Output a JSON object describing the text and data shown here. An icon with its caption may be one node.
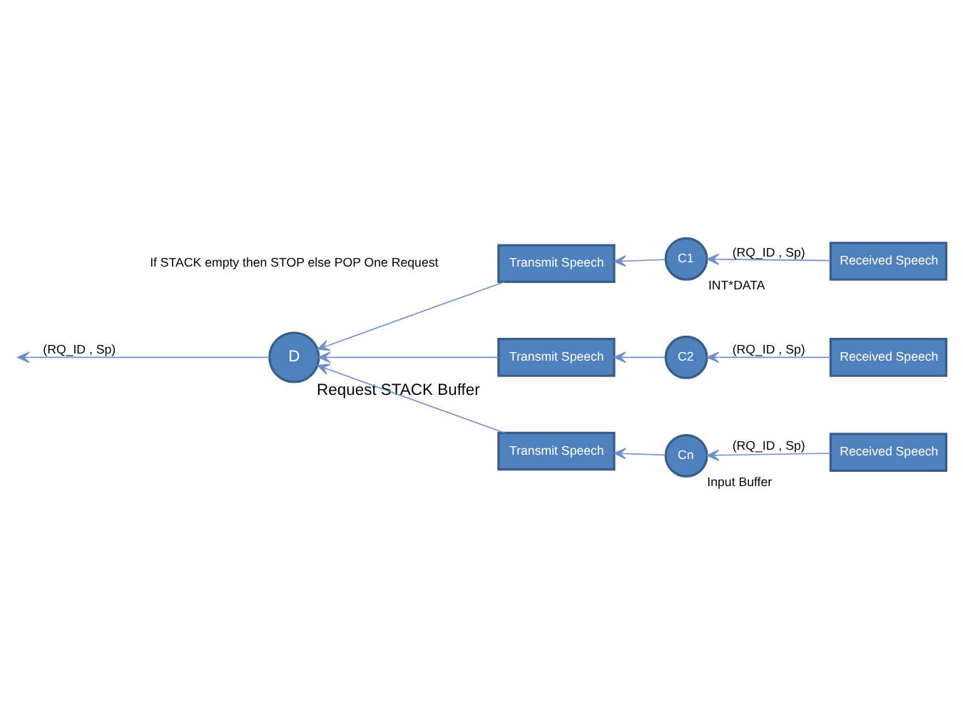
{
  "diagram": {
    "nodes": [
      {
        "text": [
          "Received Speech"
        ]
      },
      {
        "text": [
          "Received Speech"
        ]
      },
      {
        "text": [
          "Received Speech"
        ]
      },
      {
        "text": [
          "C1"
        ],
        "beside": [
          "INT*DATA"
        ]
      },
      {
        "text": [
          "Transmit Speech"
        ]
      },
      {
        "text": [
          "C2"
        ]
      },
      {
        "text": [
          "Transmit Speech"
        ]
      },
      {
        "text": [
          "Cn"
        ],
        "beside": [
          "Input Buffer"
        ]
      },
      {
        "text": [
          "Transmit Speech"
        ]
      },
      {
        "text": [
          "D"
        ],
        "beside": [
          "Request STACK Buffer"
        ]
      }
    ],
    "edges": [
      {
        "from": 2,
        "to": 3,
        "arrow": "to",
        "label": "(RQ_ID , Sp)"
      },
      {
        "from": 1,
        "to": 5,
        "arrow": "to",
        "label": "(RQ_ID , Sp)"
      },
      {
        "from": 0,
        "to": 7,
        "arrow": "to",
        "label": "(RQ_ID , Sp)"
      },
      {
        "from": 3,
        "to": 4,
        "arrow": "to"
      },
      {
        "from": 5,
        "to": 6,
        "arrow": "to"
      },
      {
        "from": 7,
        "to": 8,
        "arrow": "to"
      },
      {
        "from": 4,
        "to": 9,
        "arrow": "to"
      },
      {
        "from": 6,
        "to": 9,
        "arrow": "to"
      },
      {
        "from": 8,
        "to": 9,
        "arrow": "to"
      },
      {
        "from": 9,
        "to": null,
        "arrow": "to",
        "label": "(RQ_ID , Sp)"
      }
    ],
    "labels": [
      "If STACK empty then STOP else POP One Request"
    ]
  }
}
